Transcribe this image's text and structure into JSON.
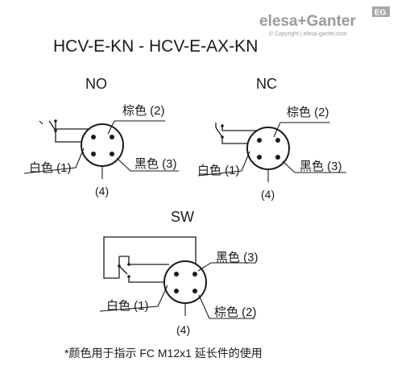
{
  "brand": {
    "logo_text": "elesa+Ganter",
    "badge": "EG",
    "copyright": "© Copyright | elesa-ganter.com",
    "color": "#9a9a9a"
  },
  "title": "HCV-E-KN - HCV-E-AX-KN",
  "diagrams": {
    "no": {
      "label": "NO",
      "brown": "棕色 (2)",
      "white": "白色 (1)",
      "black": "黑色 (3)",
      "pin4": "(4)"
    },
    "nc": {
      "label": "NC",
      "brown": "棕色 (2)",
      "white": "白色 (1)",
      "black": "黑色 (3)",
      "pin4": "(4)"
    },
    "sw": {
      "label": "SW",
      "black": "黑色 (3)",
      "white": "白色 (1)",
      "brown": "棕色 (2)",
      "pin4": "(4)"
    }
  },
  "footnote": "*颜色用于指示 FC M12x1 延长件的使用"
}
